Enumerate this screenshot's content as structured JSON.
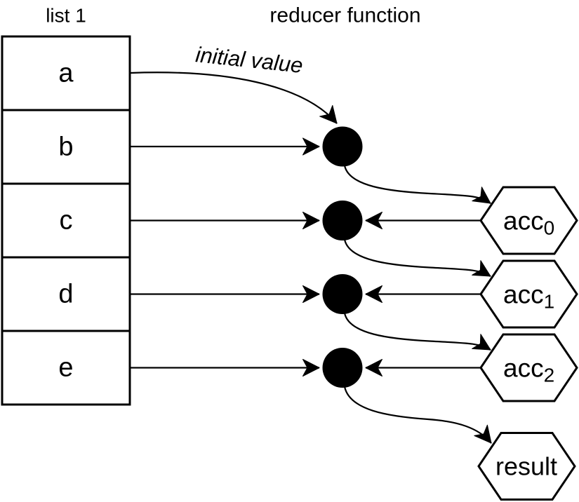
{
  "titles": {
    "list": "list 1",
    "reducer": "reducer function"
  },
  "list": {
    "items": [
      "a",
      "b",
      "c",
      "d",
      "e"
    ]
  },
  "labels": {
    "initial_value": "initial value",
    "result": "result"
  },
  "accumulators": [
    {
      "base": "acc",
      "sub": "0"
    },
    {
      "base": "acc",
      "sub": "1"
    },
    {
      "base": "acc",
      "sub": "2"
    }
  ],
  "nodes": {
    "reducer_node_count": 4,
    "shape": "filled-circle"
  },
  "colors": {
    "background": "#ffffff",
    "line": "#000000",
    "node_fill": "#000000",
    "shape_fill": "#ffffff",
    "text": "#000000"
  }
}
